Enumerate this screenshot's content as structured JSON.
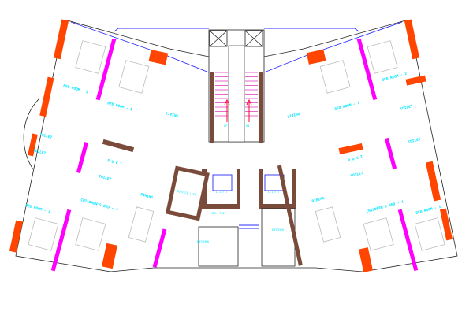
{
  "colors": {
    "external_wall": "#ff4500",
    "partition_wall": "#ff00ff",
    "core_wall": "#7a4a3a",
    "window": "#2b2bff",
    "label": "#00e5ff",
    "stair_tread": "#e040c0",
    "arrow": "#ff0033"
  },
  "labels": {
    "bed_room_2_left": "BED ROOM - 2",
    "bed_room_1_left": "BED ROOM - 1",
    "living_left": "LIVING",
    "toilet_left_1": "TOILET",
    "toilet_left_2": "TOILET",
    "toilet_left_3": "TOILET",
    "duct_left": "D U C T",
    "bed_room_3_left": "BED ROOM - 3",
    "childrens_bed_left": "CHILDREN'S BED - 4",
    "dining_left": "DINING",
    "service_lift": "SERVICE LIFT",
    "lift_left": "L I F T",
    "ser_toi": "SER. TOI.",
    "kitchen_left": "KITCHEN",
    "stair_up": "UP",
    "stair_dn": "DN",
    "living_right": "LIVING",
    "bed_room_1_right": "BED ROOM - 1",
    "bed_room_2_right": "BED ROOM - 2",
    "toilet_right_1": "TOILET",
    "toilet_right_2": "TOILET",
    "toilet_right_3": "TOILET",
    "duct_right": "D U C T",
    "lift_right": "L I F T",
    "kitchen_right": "KITCHEN",
    "dining_right": "DINING",
    "childrens_bed_right": "CHILDREN'S BED - 4",
    "bed_room_3_right": "BED ROOM - 3"
  }
}
